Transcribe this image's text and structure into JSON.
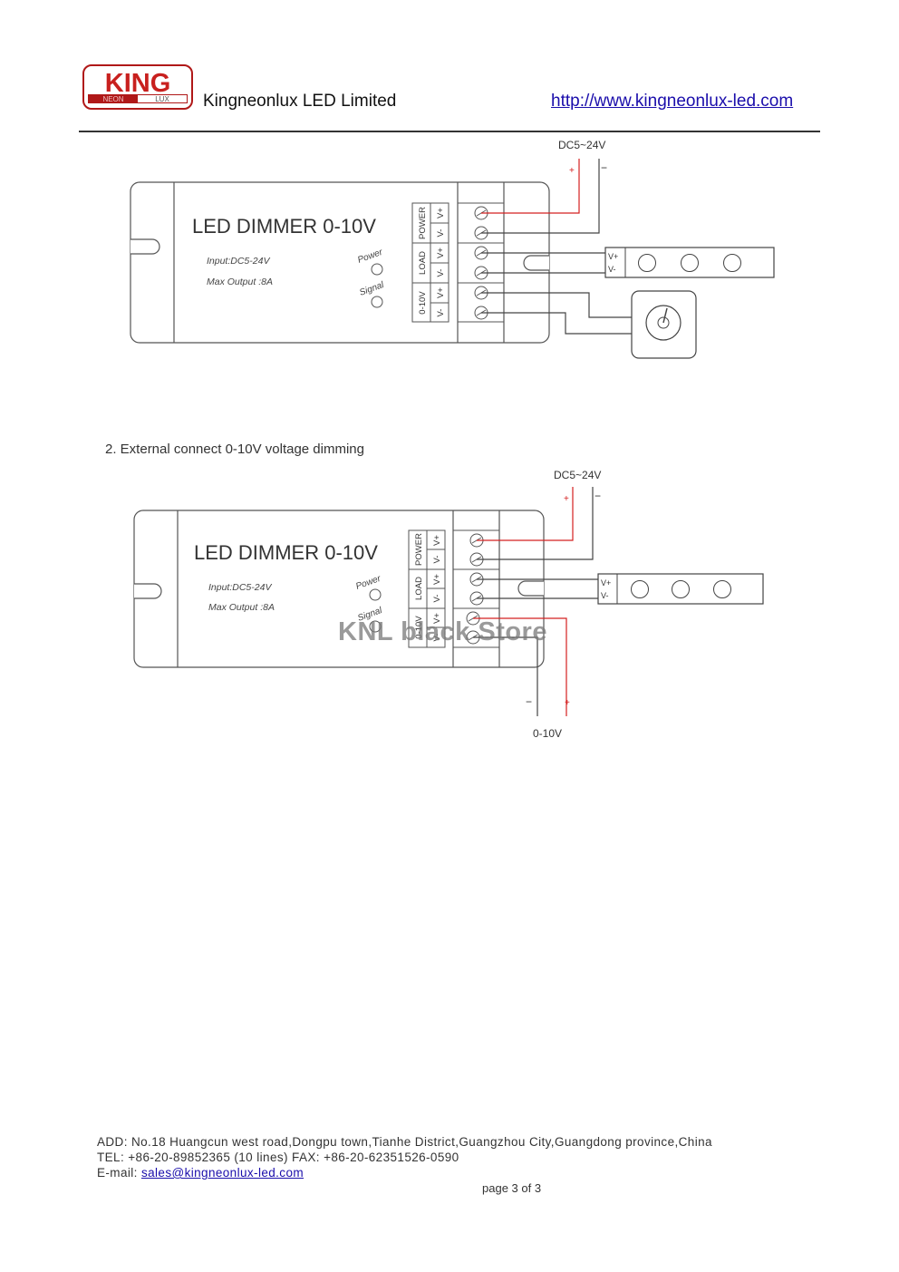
{
  "header": {
    "logo": {
      "brand": "KING",
      "sub_left": "NEON",
      "sub_right": "LUX"
    },
    "company": "Kingneonlux LED Limited",
    "url": "http://www.kingneonlux-led.com"
  },
  "diagram1": {
    "supply_label": "DC5~24V",
    "plus": "+",
    "minus": "−",
    "title": "LED DIMMER 0-10V",
    "input": "Input:DC5-24V",
    "max_output": "Max Output :8A",
    "power": "Power",
    "signal": "Signal",
    "groups": [
      "POWER",
      "LOAD",
      "0-10V"
    ],
    "pins": [
      "V+",
      "V-"
    ],
    "strip_plus": "V+",
    "strip_minus": "V-"
  },
  "section2": {
    "heading": "2. External connect 0-10V voltage dimming"
  },
  "diagram2": {
    "supply_label": "DC5~24V",
    "plus": "+",
    "minus": "−",
    "title": "LED DIMMER 0-10V",
    "input": "Input:DC5-24V",
    "max_output": "Max Output :8A",
    "power": "Power",
    "signal": "Signal",
    "groups": [
      "POWER",
      "LOAD",
      "0-10V"
    ],
    "pins": [
      "V+",
      "V-"
    ],
    "strip_plus": "V+",
    "strip_minus": "V-",
    "ext_minus": "−",
    "ext_plus": "+",
    "ext_label": "0-10V"
  },
  "watermark": "KNL black Store",
  "footer": {
    "address": "ADD: No.18 Huangcun west road,Dongpu town,Tianhe District,Guangzhou City,Guangdong province,China",
    "tel": "TEL: +86-20-89852365 (10 lines) FAX: +86-20-62351526-0590",
    "email_label": "E-mail: ",
    "email": "sales@kingneonlux-led.com",
    "page": "page 3 of 3"
  },
  "colors": {
    "red_wire": "#d42020",
    "logo_red": "#c8201e",
    "link": "#1a0dab"
  }
}
